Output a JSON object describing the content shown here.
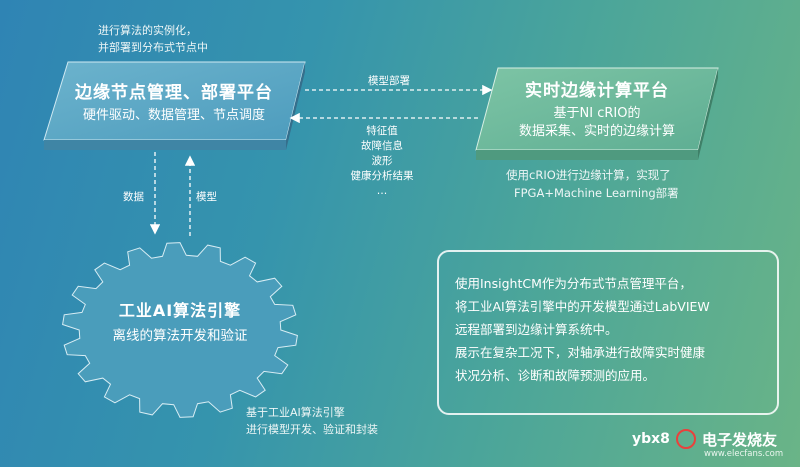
{
  "top_note": [
    "进行算法的实例化，",
    "并部署到分布式节点中"
  ],
  "left_panel": {
    "title": "边缘节点管理、部署平台",
    "subtitle": "硬件驱动、数据管理、节点调度"
  },
  "right_panel": {
    "title": "实时边缘计算平台",
    "subtitle_lines": [
      "基于NI cRIO的",
      "数据采集、实时的边缘计算"
    ]
  },
  "arrow_model_deploy": "模型部署",
  "return_list": [
    "特征值",
    "故障信息",
    "波形",
    "健康分析结果",
    "…"
  ],
  "right_note": [
    "使用cRIO进行边缘计算，实现了",
    "FPGA+Machine Learning部署"
  ],
  "arrow_data": "数据",
  "arrow_model": "模型",
  "gear": {
    "title": "工业AI算法引擎",
    "subtitle": "离线的算法开发和验证"
  },
  "bottom_note": [
    "基于工业AI算法引擎",
    "进行模型开发、验证和封装"
  ],
  "info_box": [
    "使用InsightCM作为分布式节点管理平台，",
    "将工业AI算法引擎中的开发模型通过LabVIEW",
    "远程部署到边缘计算系统中。",
    "展示在复杂工况下，对轴承进行故障实时健康",
    "状况分析、诊断和故障预测的应用。"
  ],
  "watermark": {
    "left": "ybx8",
    "right": "电子发烧友",
    "url": "www.elecfans.com"
  },
  "colors": {
    "panel_fill": "#5ba6c2",
    "right_panel_fill": "#6cb89b",
    "gear_fill": "#4b9ebd"
  }
}
